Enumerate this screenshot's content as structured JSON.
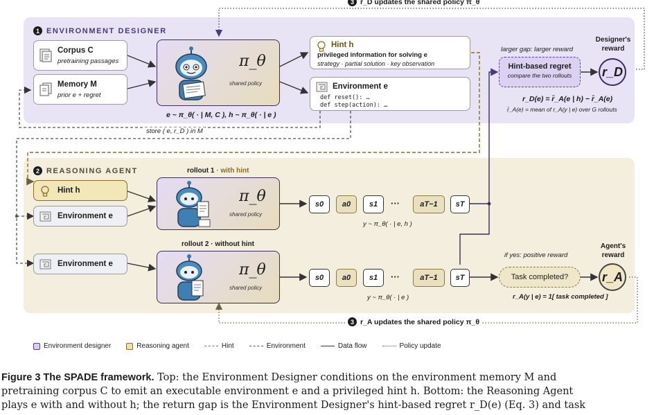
{
  "top_note": {
    "num": "3",
    "text": "r_D updates the shared policy π_θ"
  },
  "bottom_note": {
    "num": "3",
    "text": "r_A updates the shared policy π_θ"
  },
  "designer": {
    "num": "1",
    "title": "ENVIRONMENT DESIGNER",
    "corpus": {
      "title": "Corpus C",
      "sub": "pretraining passages"
    },
    "memory": {
      "title": "Memory M",
      "sub": "prior e + regret"
    },
    "policy": {
      "symbol": "π_θ",
      "sub": "shared policy"
    },
    "formula": "e ~ π_θ( · | M, C ),   h ~ π_θ( · | e )",
    "store": "store ( e, r_D ) in M",
    "hint": {
      "title": "Hint h",
      "line1": "privileged information for solving e",
      "line2": "strategy · partial solution · key observation"
    },
    "env": {
      "title": "Environment e",
      "code1": "def reset(): …",
      "code2": "def step(action): …"
    },
    "gap": "larger gap: larger reward",
    "regret": {
      "title": "Hint-based regret",
      "sub": "compare the two rollouts"
    },
    "reward_label": "Designer's reward",
    "reward_symbol": "r_D",
    "eq1": "r_D(e) = r̄_A(e | h) − r̄_A(e)",
    "eq2": "r̄_A(e) = mean of r_A(y | e) over G rollouts"
  },
  "agent": {
    "num": "2",
    "title": "REASONING AGENT",
    "hint_label": "Hint h",
    "env_label_1": "Environment e",
    "env_label_2": "Environment e",
    "rollout1": {
      "title": "rollout 1",
      "tag": "· with hint"
    },
    "rollout2": {
      "title": "rollout 2",
      "tag": "· without hint"
    },
    "policy": {
      "symbol": "π_θ",
      "sub": "shared policy"
    },
    "tokens": [
      "s0",
      "a0",
      "s1",
      "···",
      "aT−1",
      "sT"
    ],
    "y1": "y ~ π_θ( · | e, h )",
    "y2": "y ~ π_θ( · | e )",
    "ifyes": "if yes: positive reward",
    "task": "Task completed?",
    "reward_label": "Agent's reward",
    "reward_symbol": "r_A",
    "eq": "r_A(y | e) = 1[ task completed ]"
  },
  "legend": [
    {
      "label": "Environment designer"
    },
    {
      "label": "Reasoning agent"
    },
    {
      "label": "Hint"
    },
    {
      "label": "Environment"
    },
    {
      "label": "Data flow"
    },
    {
      "label": "Policy update"
    }
  ],
  "caption": {
    "lead": "Figure 3  The SPADE framework.",
    "line1": "Top: the Environment Designer conditions on the environment memory M and",
    "line2": "pretraining corpus C to emit an executable environment e and a privileged hint h. Bottom: the Reasoning Agent",
    "line3": "plays e with and without h; the return gap is the Environment Designer's hint-based regret r_D(e) (Eq. 3) and task"
  },
  "colors": {
    "designer": "#e9e3f6",
    "agent": "#f3eedd",
    "hint": "#8a6d1e",
    "flow": "#3a2d5a"
  }
}
